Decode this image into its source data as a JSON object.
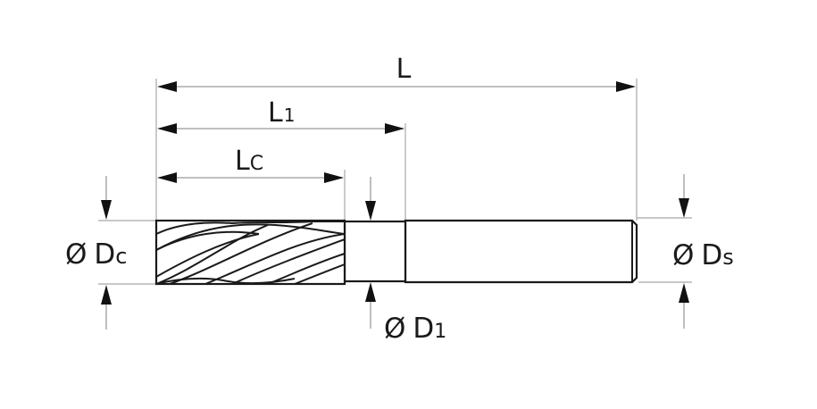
{
  "diagram": {
    "title": "End mill dimension drawing",
    "labels": {
      "overall_length": {
        "main": "L",
        "sub": ""
      },
      "neck_length": {
        "main": "L",
        "sub": "1"
      },
      "cutting_length": {
        "main": "L",
        "sub": "C"
      },
      "cutting_diameter": {
        "symbol": "Ø",
        "main": "D",
        "sub": "c"
      },
      "neck_diameter": {
        "symbol": "Ø",
        "main": "D",
        "sub": "1"
      },
      "shank_diameter": {
        "symbol": "Ø",
        "main": "D",
        "sub": "s"
      }
    },
    "colors": {
      "outline": "#1a1a1a",
      "dimension_line": "#9a9a9a",
      "arrowhead": "#111111"
    }
  }
}
